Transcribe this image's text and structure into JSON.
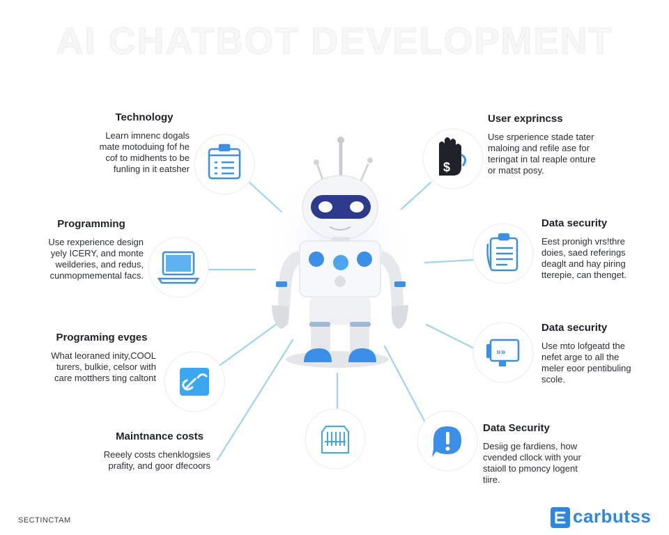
{
  "title": "AI CHATBOT DEVELOPMENT",
  "blocks": {
    "technology": {
      "heading": "Technology",
      "lines": [
        "Learn imnenc dogals",
        "mate motoduing fof he",
        "cof to midhents to be",
        "funling in it eatsher"
      ]
    },
    "programming": {
      "heading": "Programming",
      "lines": [
        "Use rexperience design",
        "yely ICERY, and monte",
        "weilderies, and redus,",
        "cunmopmemental facs."
      ]
    },
    "programing_evges": {
      "heading": "Programing evges",
      "lines": [
        "What leoraned inity,COOL",
        "turers, bulkie, celsor with",
        "care motthers ting caltont"
      ]
    },
    "maintnance_costs": {
      "heading": "Maintnance costs",
      "lines": [
        "Reeely costs chenklogsies",
        "prafity, and goor dfecoors"
      ]
    },
    "user_expriness": {
      "heading": "User exprincss",
      "lines": [
        "Use srperience stade tater",
        "maloing and refile ase for",
        "teringat in tal reaple onture",
        "or matst posy."
      ]
    },
    "data_security_1": {
      "heading": "Data security",
      "lines": [
        "Eest pronigh vrs!thre",
        "doies, saed referings",
        "deaglt and hay piring",
        "tterepie, can thenget."
      ]
    },
    "data_security_2": {
      "heading": "Data security",
      "lines": [
        "Use mto lofgeatd the",
        "nefet arge to all the",
        "meler eoor pentibuling",
        "scole."
      ]
    },
    "data_security_3": {
      "heading": "Data Security",
      "lines": [
        "Desiig ge fardiens, how",
        "cvended cllock with your",
        "staioll to pmoncy logent",
        "tiire."
      ]
    }
  },
  "icons": {
    "technology": "calendar-list-icon",
    "programming": "laptop-icon",
    "programing_evges": "link-icon",
    "bottom_center": "circuit-chip-icon",
    "user_expriness": "hand-dollar-icon",
    "data_security_1": "clipboard-list-icon",
    "data_security_2": "monitor-code-icon",
    "data_security_3": "chat-alert-icon"
  },
  "footer": {
    "left_text": "SECTINCTAM",
    "brand_name": "carbutss"
  },
  "colors": {
    "accent_blue": "#3a8fe6",
    "connector_blue": "#9dd4f0",
    "visor_navy": "#2b3a8c",
    "dark_icon": "#1e2228",
    "robot_white": "#f4f5f7"
  }
}
